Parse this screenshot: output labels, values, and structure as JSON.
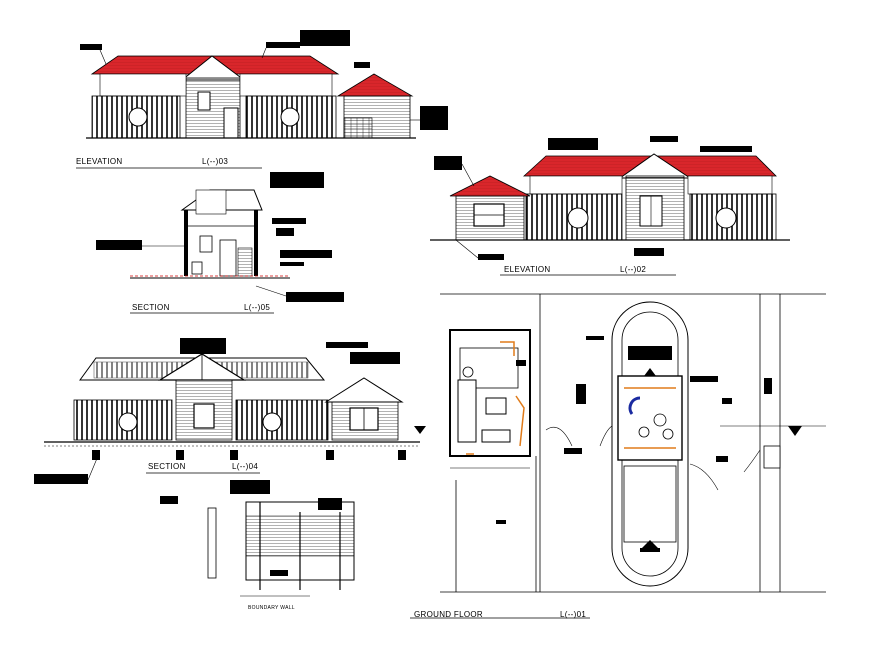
{
  "drawings": {
    "elevation_03": {
      "title": "ELEVATION",
      "ref": "L(--)03"
    },
    "elevation_02": {
      "title": "ELEVATION",
      "ref": "L(--)02"
    },
    "section_05": {
      "title": "SECTION",
      "ref": "L(--)05"
    },
    "section_04": {
      "title": "SECTION",
      "ref": "L(--)04"
    },
    "boundary_wall": {
      "title": "BOUNDARY WALL"
    },
    "ground_floor": {
      "title": "GROUND FLOOR",
      "ref": "L(--)01"
    }
  },
  "colors": {
    "roof": "#d9262b",
    "line": "#000000",
    "accent_orange": "#e07b1a",
    "accent_blue": "#1a2aa0"
  }
}
